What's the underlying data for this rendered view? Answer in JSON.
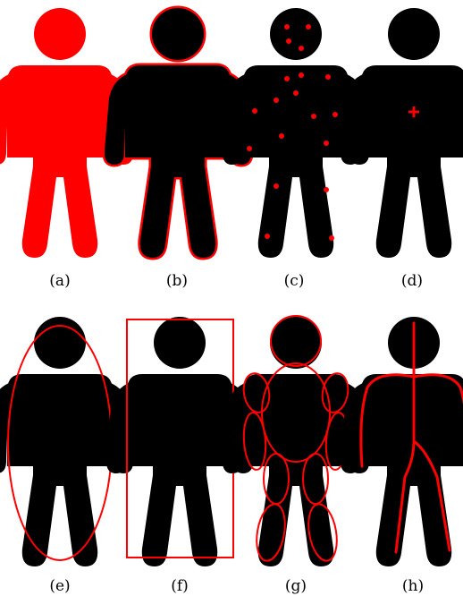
{
  "colors": {
    "figure": "#000000",
    "accent": "#ff0000",
    "background": "#ffffff"
  },
  "panels": [
    {
      "id": "a",
      "caption": "(a)",
      "representation": "silhouette"
    },
    {
      "id": "b",
      "caption": "(b)",
      "representation": "contour"
    },
    {
      "id": "c",
      "caption": "(c)",
      "representation": "points"
    },
    {
      "id": "d",
      "caption": "(d)",
      "representation": "centroid"
    },
    {
      "id": "e",
      "caption": "(e)",
      "representation": "ellipse"
    },
    {
      "id": "f",
      "caption": "(f)",
      "representation": "bounding-box"
    },
    {
      "id": "g",
      "caption": "(g)",
      "representation": "part-ellipses"
    },
    {
      "id": "h",
      "caption": "(h)",
      "representation": "skeleton"
    }
  ]
}
